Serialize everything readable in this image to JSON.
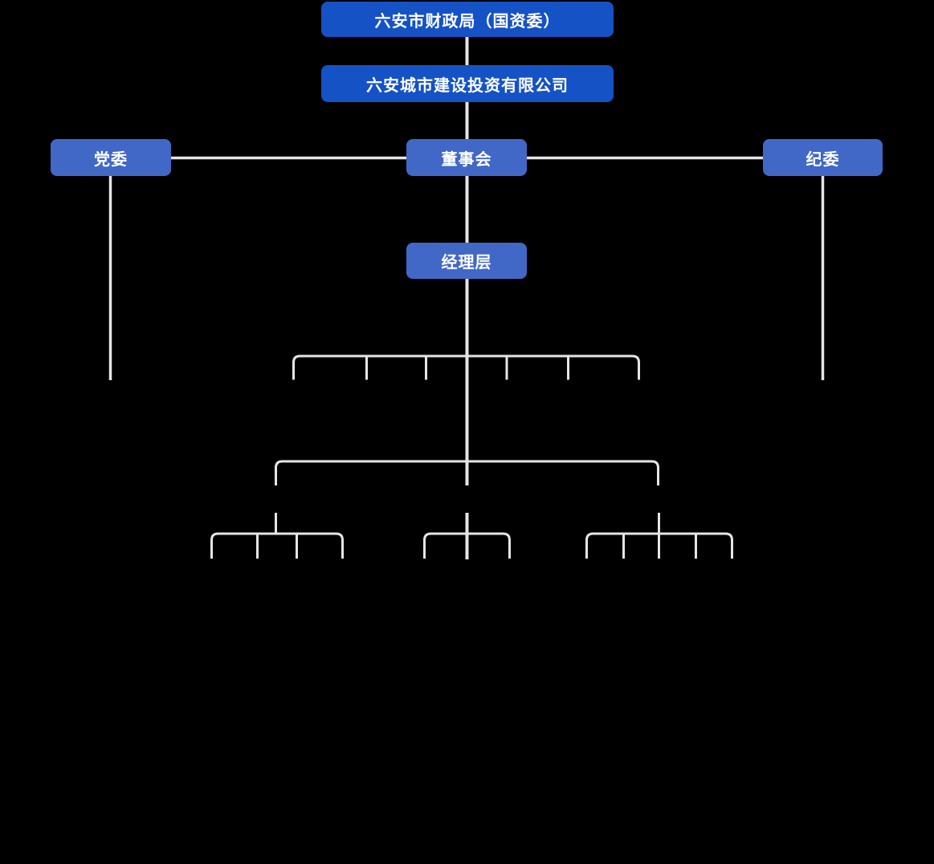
{
  "page": {
    "background": "#000000"
  },
  "colors": {
    "primary_box": "#1552C5",
    "secondary_box": "#4168C7",
    "connector": "#E5E5E5",
    "box_text": "#FFFFFF",
    "page_bg": "#000000"
  },
  "org": {
    "type": "org-chart",
    "nodes": {
      "finance_bureau": {
        "label": "六安市财政局（国资委）",
        "level": 1
      },
      "company": {
        "label": "六安城市建设投资有限公司",
        "level": 2
      },
      "party_committee": {
        "label": "党委",
        "level": 3
      },
      "board": {
        "label": "董事会",
        "level": 3
      },
      "discipline_committee": {
        "label": "纪委",
        "level": 3
      },
      "management": {
        "label": "经理层",
        "level": 4
      }
    }
  }
}
